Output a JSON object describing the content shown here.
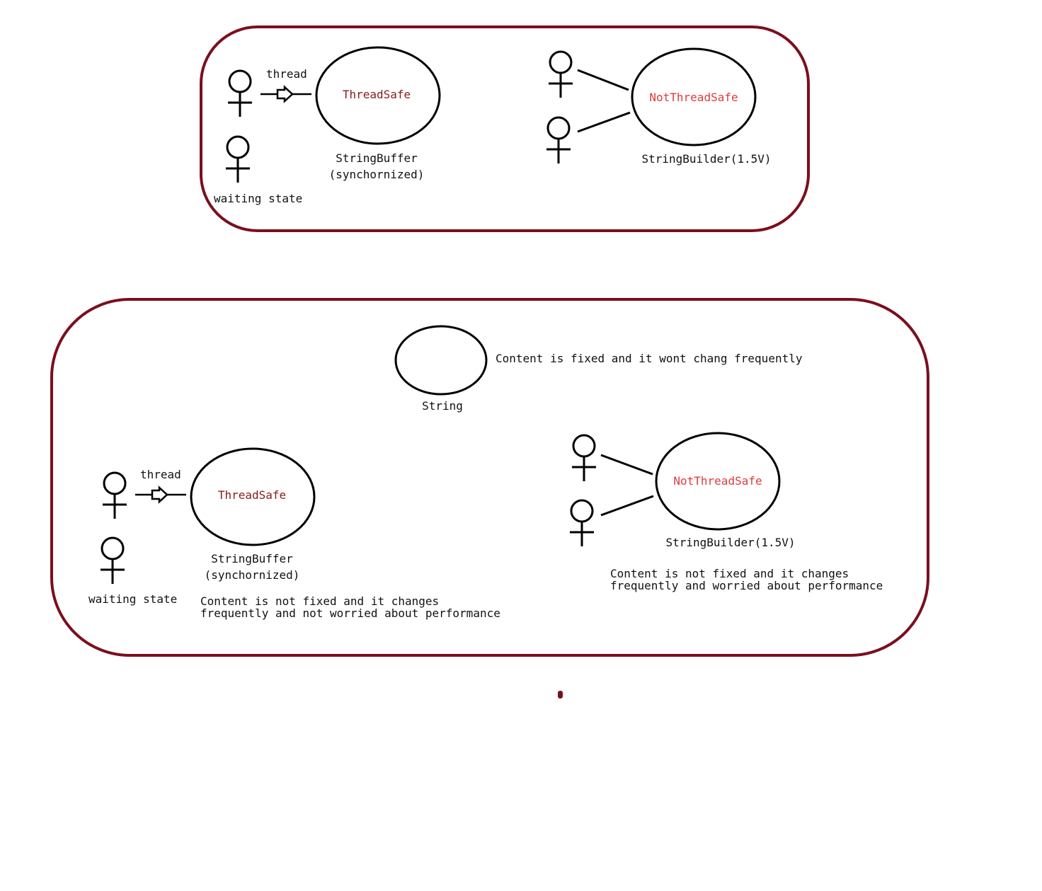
{
  "colors": {
    "frame": "#7a0f1e",
    "thread_safe_text": "#8b1a1a",
    "not_thread_safe_text": "#e03a3a",
    "ink": "#000000"
  },
  "top_panel": {
    "thread_label": "thread",
    "thread_safe_label": "ThreadSafe",
    "string_buffer_label": "StringBuffer",
    "synchronized_label": "(synchornized)",
    "waiting_label": "waiting state",
    "not_thread_safe_label": "NotThreadSafe",
    "string_builder_label": "StringBuilder(1.5V)"
  },
  "bottom_panel": {
    "string_label": "String",
    "string_note": "Content is fixed and it wont chang frequently",
    "thread_label": "thread",
    "thread_safe_label": "ThreadSafe",
    "string_buffer_label": "StringBuffer",
    "synchronized_label": "(synchornized)",
    "waiting_label": "waiting state",
    "buffer_note_line1": "Content is not fixed and it changes",
    "buffer_note_line2": "frequently and not worried about performance",
    "not_thread_safe_label": "NotThreadSafe",
    "string_builder_label": "StringBuilder(1.5V)",
    "builder_note_line1": "Content is not fixed and it changes",
    "builder_note_line2": "frequently and worried about performance"
  }
}
